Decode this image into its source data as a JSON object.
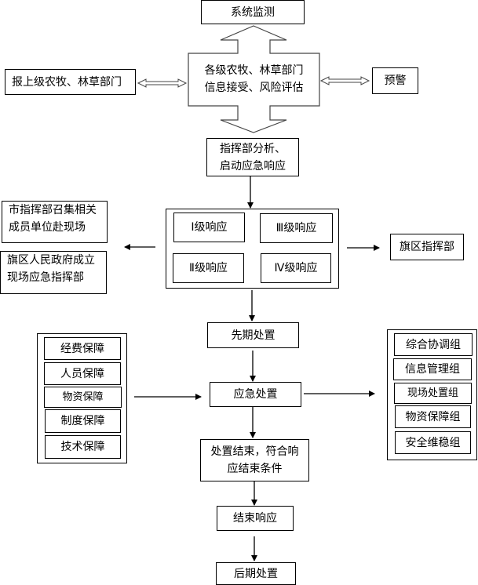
{
  "title": "应急响应流程图",
  "nodes": {
    "monitoring": "系统监测",
    "report_upper": "报上级农牧、林草部门",
    "info_receive_line1": "各级农牧、林草部门",
    "info_receive_line2": "信息接受、风险评估",
    "warning": "预警",
    "command_line1": "指挥部分析、",
    "command_line2": "启动应急响应",
    "levels": [
      "Ⅰ级响应",
      "Ⅲ级响应",
      "Ⅱ级响应",
      "Ⅳ级响应"
    ],
    "city_command_line1": "市指挥部召集相关",
    "city_command_line2": "成员单位赴现场",
    "banner_gov_line1": "旗区人民政府成立",
    "banner_gov_line2": "现场应急指挥部",
    "banner_command": "旗区指挥部",
    "initial_disposal": "先期处置",
    "emergency_disposal": "应急处置",
    "disposal_end_line1": "处置结束，符合响",
    "disposal_end_line2": "应结束条件",
    "end_response": "结束响应",
    "post_disposal": "后期处置"
  },
  "guarantees": [
    "经费保障",
    "人员保障",
    "物资保障",
    "制度保障",
    "技术保障"
  ],
  "groups": [
    "综合协调组",
    "信息管理组",
    "现场处置组",
    "物资保障组",
    "安全维稳组"
  ]
}
